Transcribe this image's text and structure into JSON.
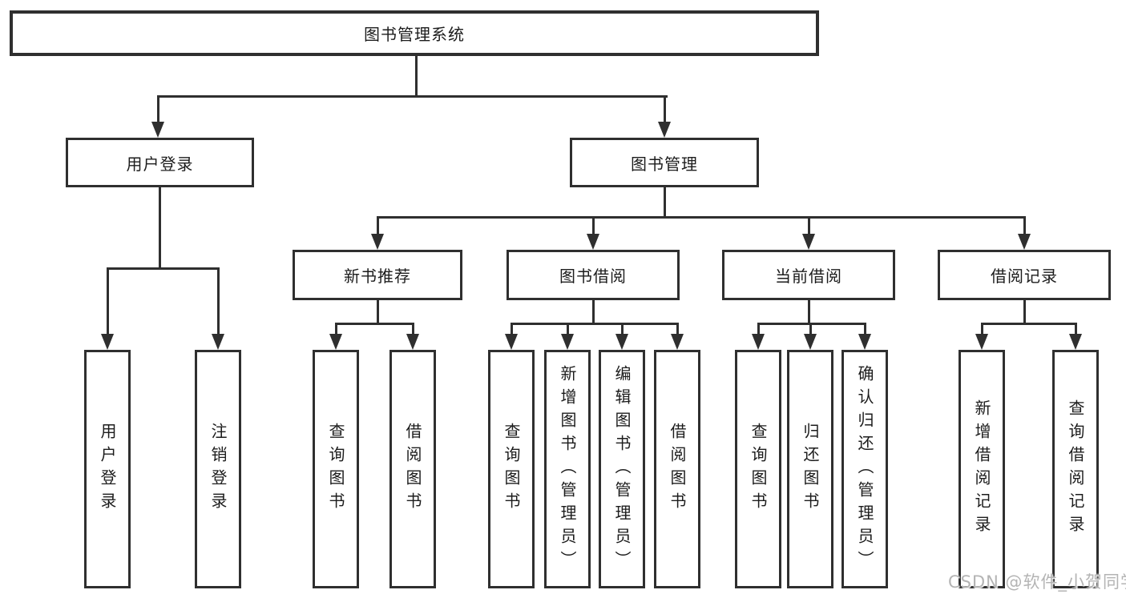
{
  "tree": {
    "label": "图书管理系统",
    "children": [
      {
        "label": "用户登录",
        "children": [
          {
            "label": "用户登录"
          },
          {
            "label": "注销登录"
          }
        ]
      },
      {
        "label": "图书管理",
        "children": [
          {
            "label": "新书推荐",
            "children": [
              {
                "label": "查询图书"
              },
              {
                "label": "借阅图书"
              }
            ]
          },
          {
            "label": "图书借阅",
            "children": [
              {
                "label": "查询图书"
              },
              {
                "label": "新增图书（管理员）"
              },
              {
                "label": "编辑图书（管理员）"
              },
              {
                "label": "借阅图书"
              }
            ]
          },
          {
            "label": "当前借阅",
            "children": [
              {
                "label": "查询图书"
              },
              {
                "label": "归还图书"
              },
              {
                "label": "确认归还（管理员）"
              }
            ]
          },
          {
            "label": "借阅记录",
            "children": [
              {
                "label": "新增借阅记录"
              },
              {
                "label": "查询借阅记录"
              }
            ]
          }
        ]
      }
    ]
  },
  "watermark": "CSDN @软件_小贺同学",
  "colors": {
    "line": "#2f2f2f",
    "text": "#1c1c1c",
    "watermark": "#b4b4b4",
    "background": "#ffffff"
  }
}
